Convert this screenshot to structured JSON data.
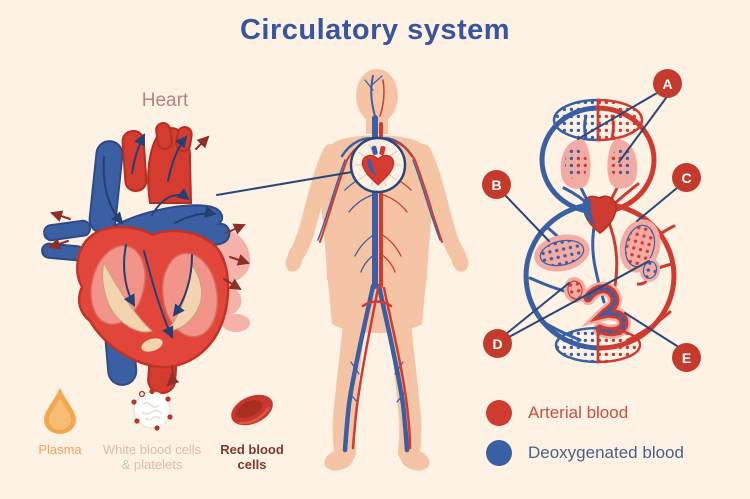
{
  "title": "Circulatory system",
  "heart_section": {
    "label": "Heart"
  },
  "markers": [
    {
      "letter": "A"
    },
    {
      "letter": "B"
    },
    {
      "letter": "C"
    },
    {
      "letter": "D"
    },
    {
      "letter": "E"
    }
  ],
  "cell_legend": [
    {
      "name": "Plasma",
      "icon": "plasma-droplet",
      "color": "#f3a74f"
    },
    {
      "name": "White blood cells & platelets",
      "icon": "white-cell-with-platelets",
      "color": "#ffffff"
    },
    {
      "name": "Red blood cells",
      "icon": "red-blood-cell",
      "color": "#c8372b"
    }
  ],
  "blood_legend": [
    {
      "name": "Arterial blood",
      "color": "#cd3c2e"
    },
    {
      "name": "Deoxygenated blood",
      "color": "#3b5fa3"
    }
  ],
  "colors": {
    "background": "#fdf2e3",
    "title": "#3a55a0",
    "arterial_red": "#cf3b31",
    "deoxygenated_blue": "#3b5fa3",
    "connector_navy": "#2b4779",
    "skin": "#f5c4a5",
    "organ_pink": "#f3aca4",
    "marker_red": "#c43a2c"
  }
}
